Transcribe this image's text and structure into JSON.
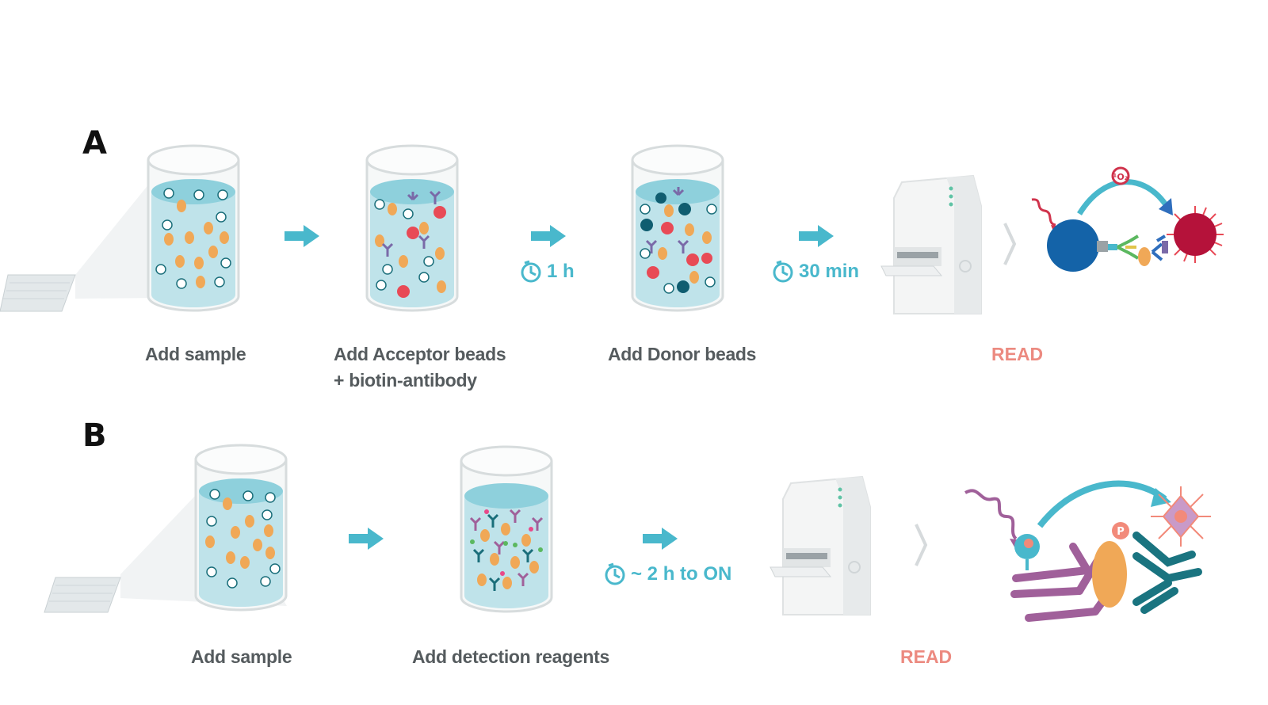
{
  "panels": [
    {
      "letter": "A",
      "steps": [
        {
          "label": "Add sample"
        },
        {
          "label": "Add Acceptor beads",
          "label2": "+ biotin-antibody"
        },
        {
          "label": "Add Donor beads"
        }
      ],
      "incubations": [
        "1 h",
        "30 min"
      ],
      "read_label": "READ",
      "singlet_oxygen_label": "¹O₂"
    },
    {
      "letter": "B",
      "steps": [
        {
          "label": "Add sample"
        },
        {
          "label": "Add detection reagents"
        }
      ],
      "incubations": [
        "~ 2 h to ON"
      ],
      "read_label": "READ",
      "phospho_label": "P"
    }
  ],
  "colors": {
    "arrow": "#49b8cc",
    "liquid": "#bfe3ea",
    "liquid_top": "#8ed0dc",
    "cell": "#f0a857",
    "donor_bead": "#1463a8",
    "acceptor_bead": "#b5123a",
    "read": "#ec8a80",
    "antibody_purple": "#a0609a",
    "antibody_teal": "#1a7480"
  }
}
